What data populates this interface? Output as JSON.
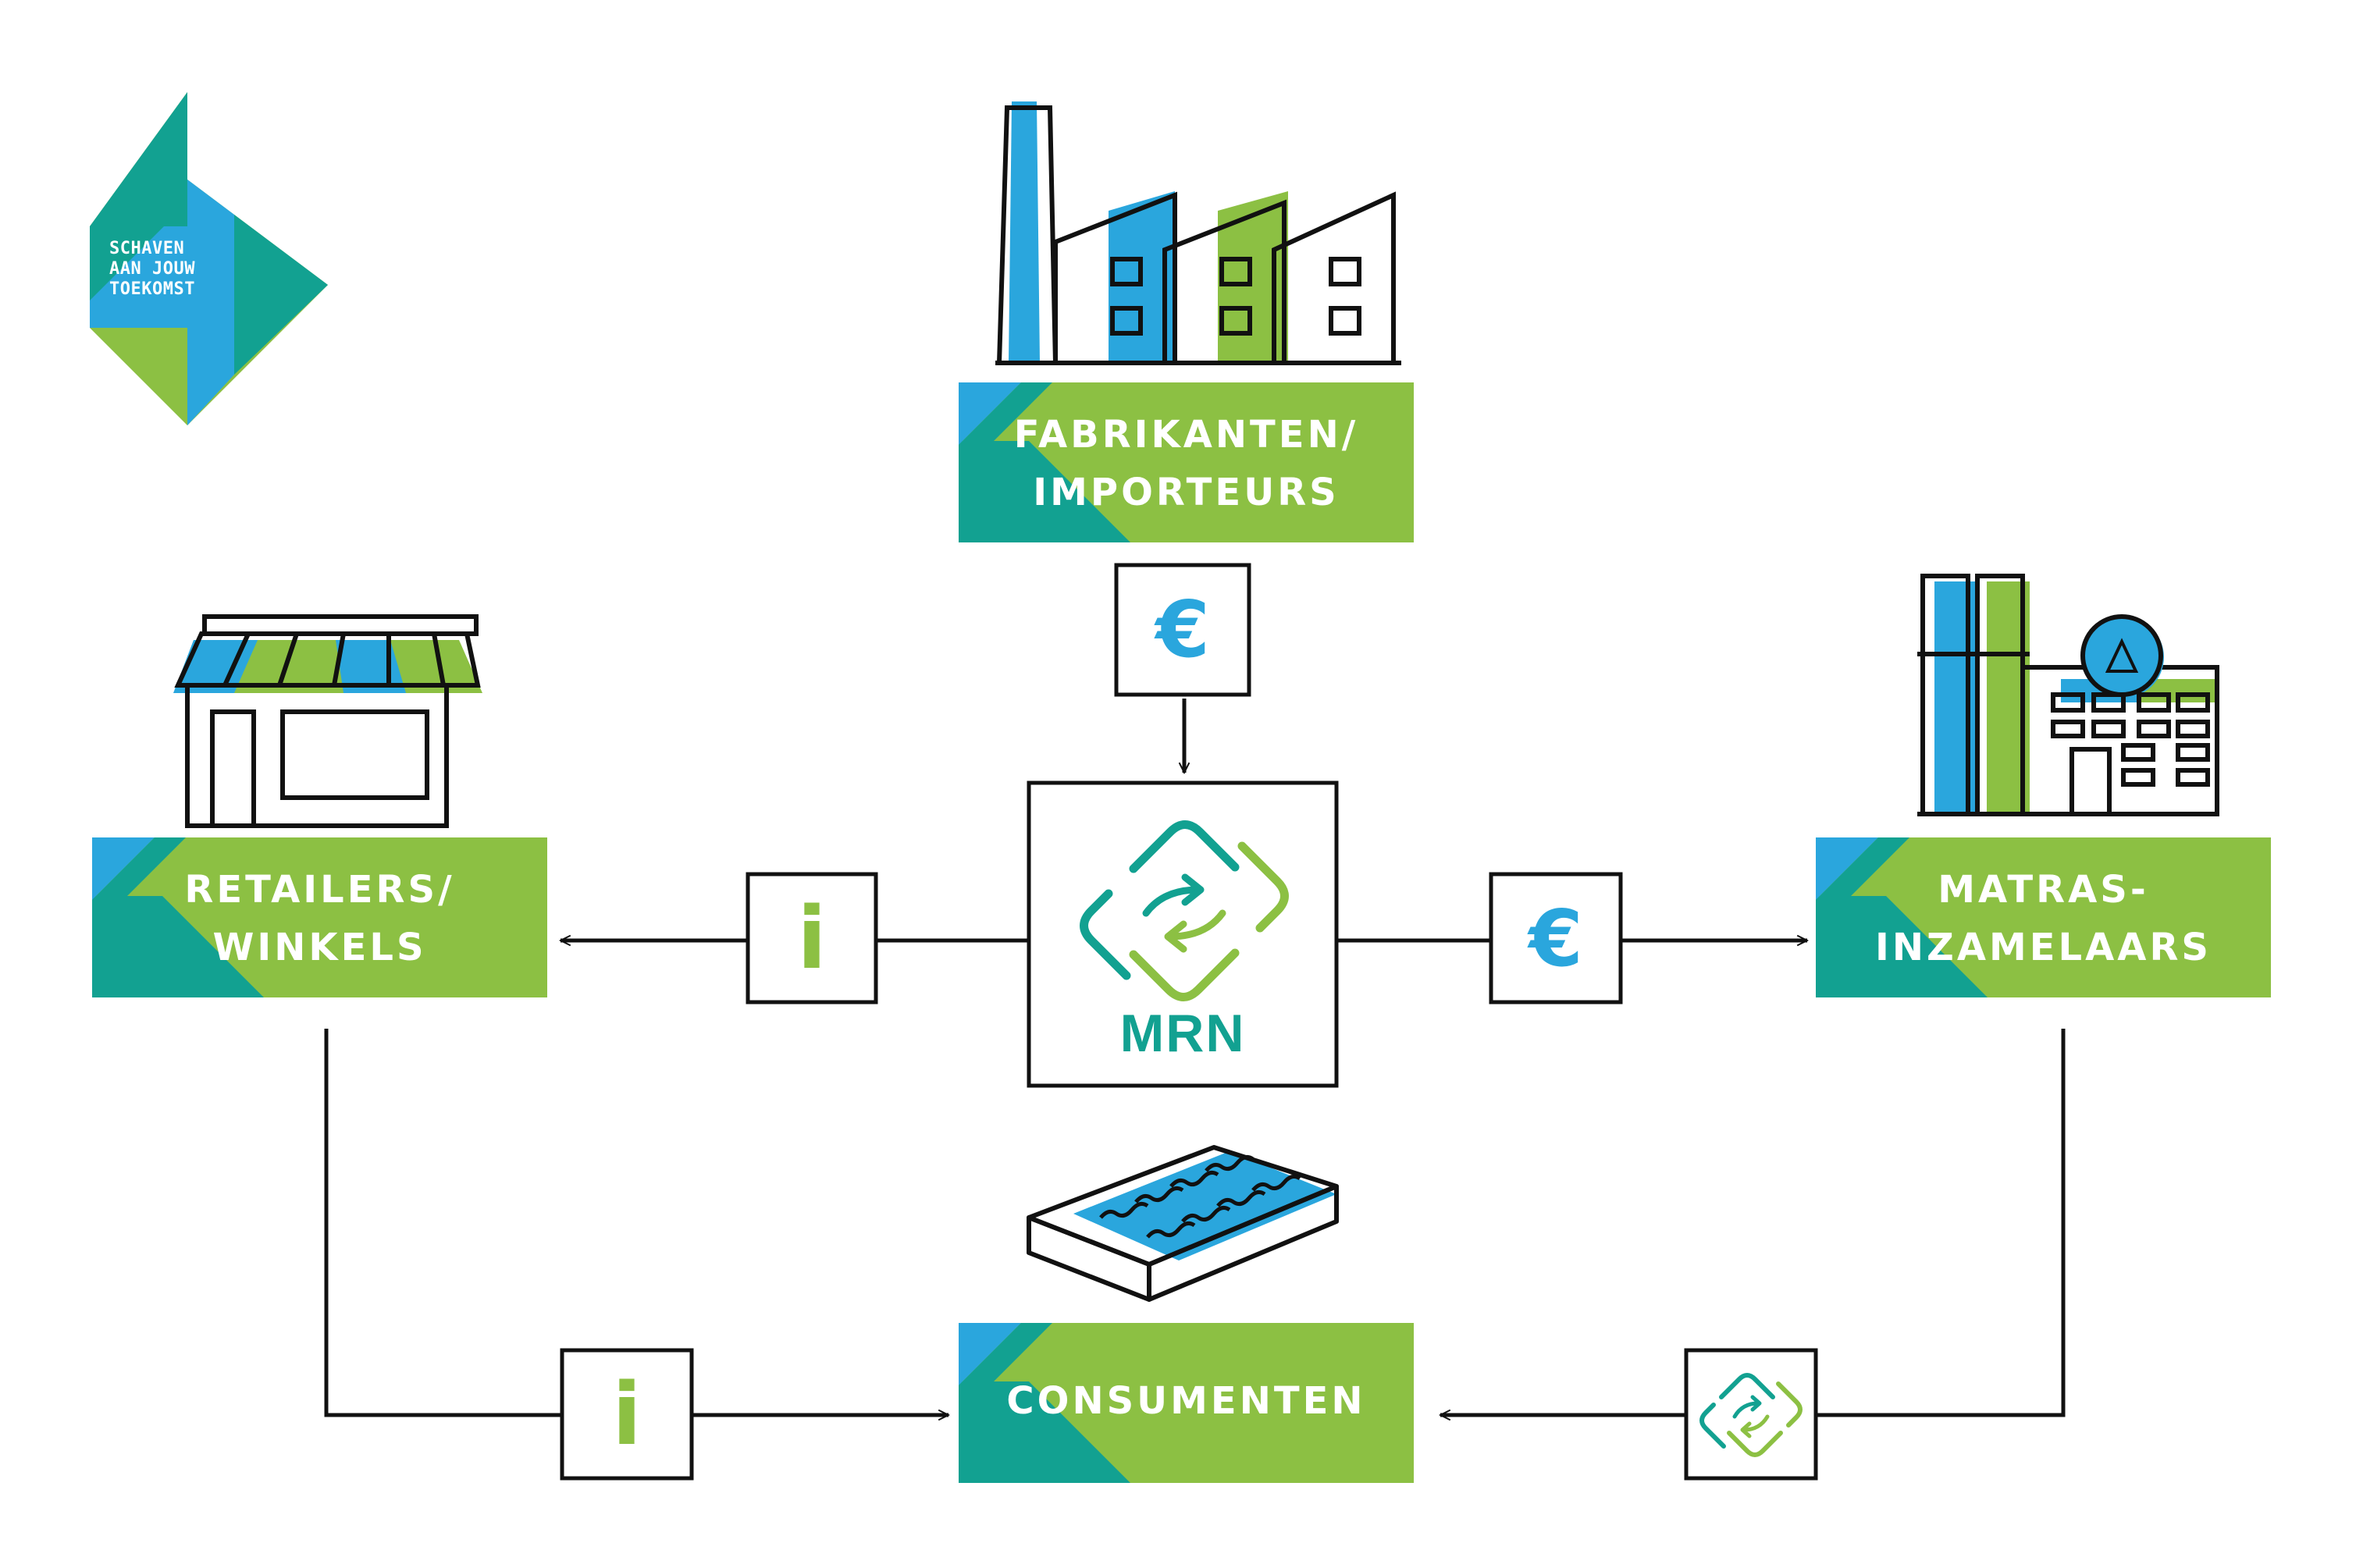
{
  "logo": {
    "line1": "SCHAVEN",
    "line2": "AAN JOUW",
    "line3": "TOEKOMST"
  },
  "nodes": {
    "manufacturers": {
      "line1": "FABRIKANTEN/",
      "line2": "IMPORTEURS"
    },
    "retailers": {
      "line1": "RETAILERS/",
      "line2": "WINKELS"
    },
    "collectors": {
      "line1": "MATRAS-",
      "line2": "INZAMELAARS"
    },
    "consumers": {
      "line1": "CONSUMENTEN"
    },
    "center": {
      "label": "MRN"
    }
  },
  "edge_symbols": {
    "money": "€",
    "info": "i"
  },
  "colors": {
    "green": "#8cc043",
    "teal": "#12a191",
    "blue": "#2aa6dd",
    "stroke": "#111111"
  }
}
